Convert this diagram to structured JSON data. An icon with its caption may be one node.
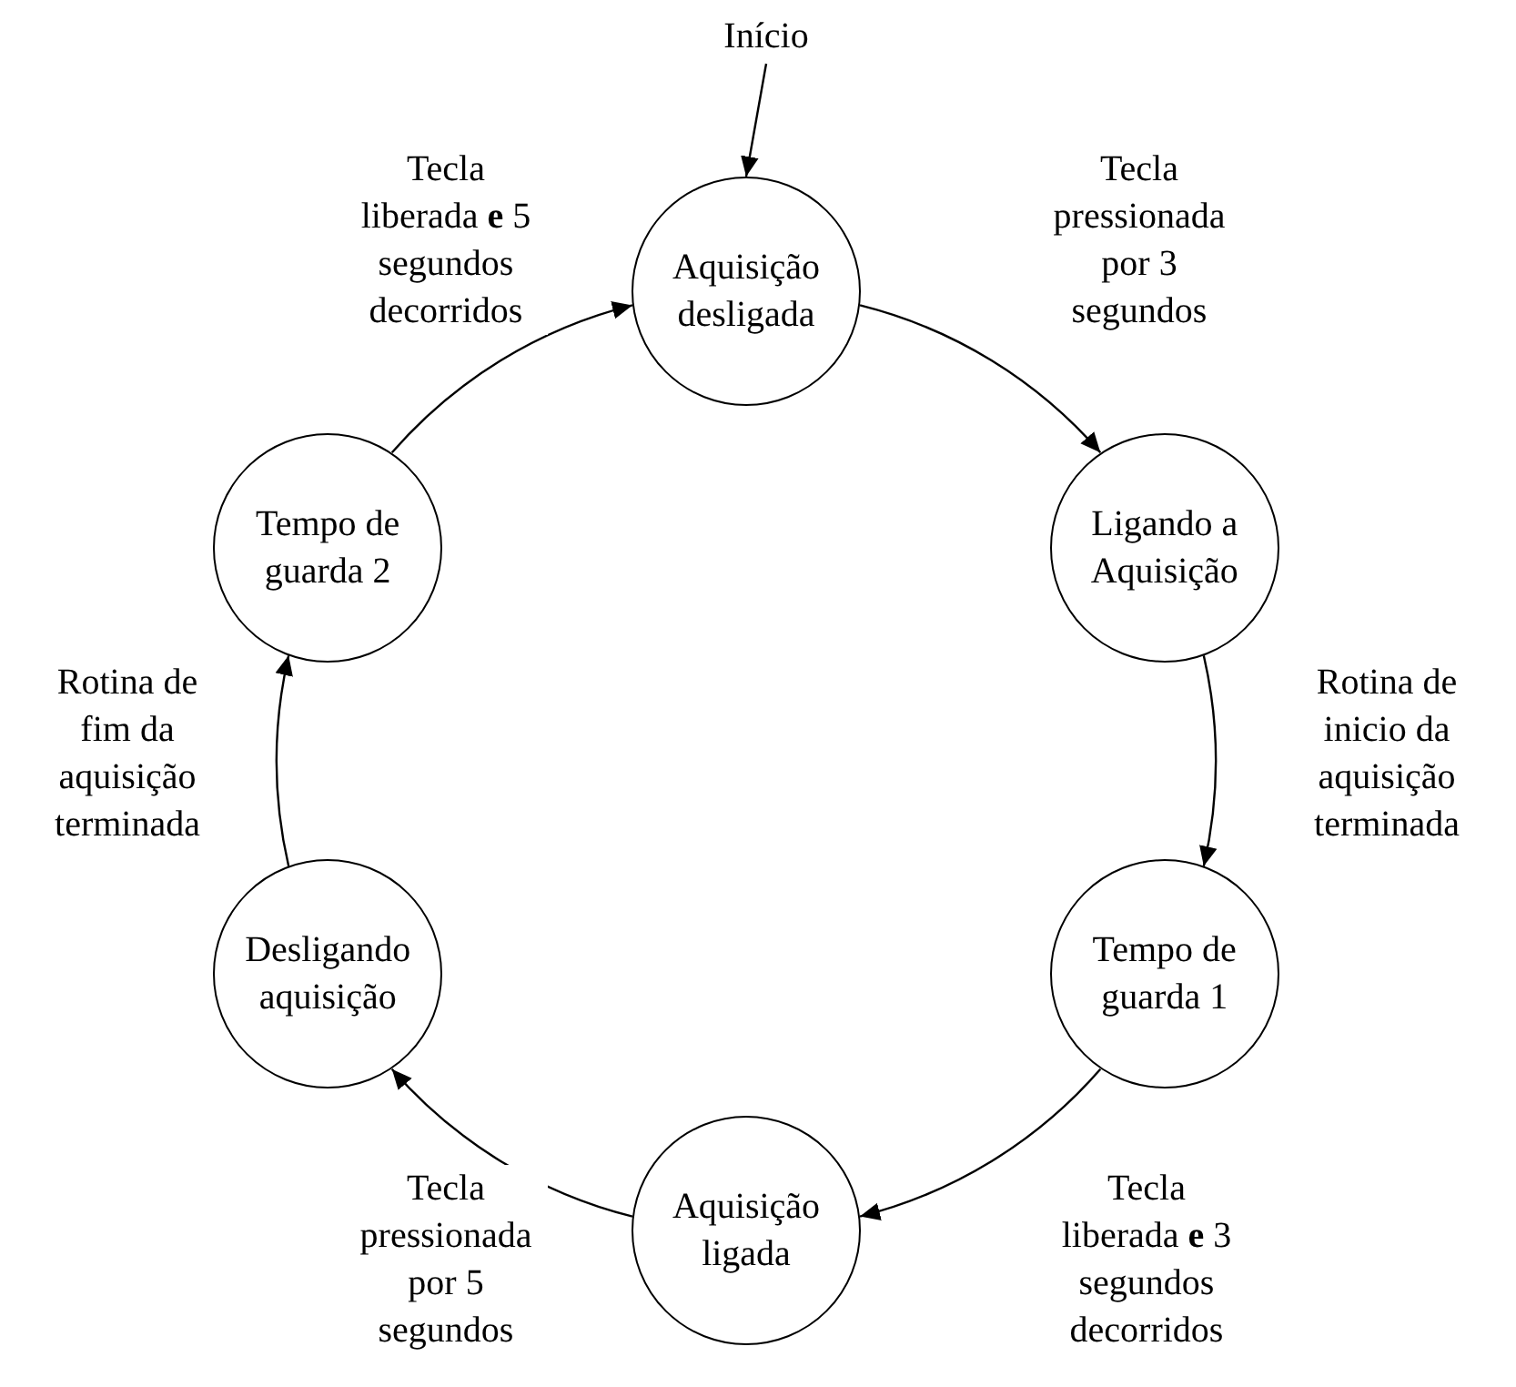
{
  "diagram": {
    "nodes": [
      {
        "text": [
          "Início"
        ]
      },
      {
        "text": [
          "Aquisição desligada"
        ]
      },
      {
        "text": [
          "Ligando a Aquisição"
        ]
      },
      {
        "text": [
          "Tempo de guarda 1"
        ]
      },
      {
        "text": [
          "Aquisição ligada"
        ]
      },
      {
        "text": [
          "Desligando aquisição"
        ]
      },
      {
        "text": [
          "Tempo de guarda 2"
        ]
      }
    ],
    "edges": [
      {
        "from": 0,
        "to": 1,
        "arrow": "to"
      },
      {
        "from": 1,
        "to": 2,
        "arrow": "to",
        "label": "Tecla pressionada por 3 segundos"
      },
      {
        "from": 2,
        "to": 3,
        "arrow": "to",
        "label": "Rotina de inicio da aquisição terminada"
      },
      {
        "from": 3,
        "to": 4,
        "arrow": "to",
        "label": "Tecla liberada **e** 3 segundos decorridos"
      },
      {
        "from": 4,
        "to": 5,
        "arrow": "to",
        "label": "Tecla pressionada por 5 segundos"
      },
      {
        "from": 5,
        "to": 6,
        "arrow": "to",
        "label": "Rotina de fim da aquisição terminada"
      },
      {
        "from": 6,
        "to": 1,
        "arrow": "to",
        "label": "Tecla liberada **e** 5 segundos decorridos"
      }
    ]
  }
}
